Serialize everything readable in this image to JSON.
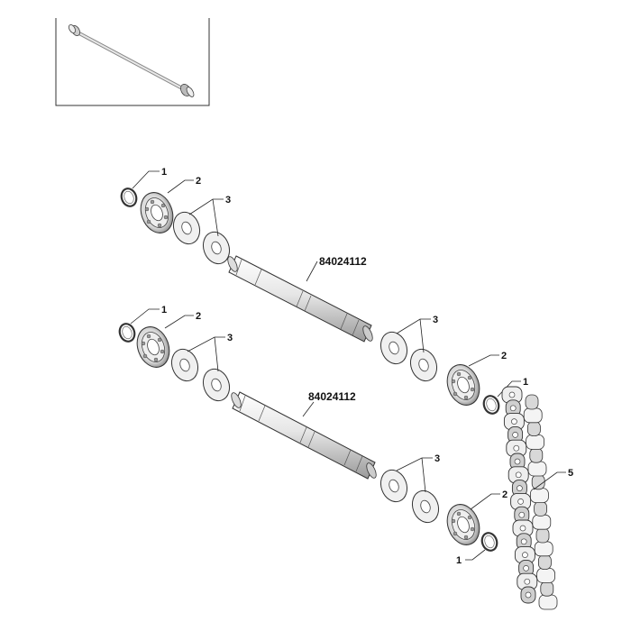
{
  "callouts": {
    "top_assembly": {
      "snap_ring_left": "1",
      "bearing_left": "2",
      "washers_left": "3",
      "part_number": "84024112",
      "washers_right": "3",
      "bearing_right": "2",
      "snap_ring_right": "1"
    },
    "bottom_assembly": {
      "snap_ring_left": "1",
      "bearing_left": "2",
      "washers_left": "3",
      "part_number": "84024112",
      "washers_right": "3",
      "bearing_right": "2",
      "snap_ring_right": "1"
    },
    "chain": "5"
  },
  "colors": {
    "line": "#333333",
    "light_fill": "#f2f2f2",
    "mid_fill": "#d9d9d9",
    "dark_fill": "#8c8c8c",
    "text": "#111111"
  }
}
